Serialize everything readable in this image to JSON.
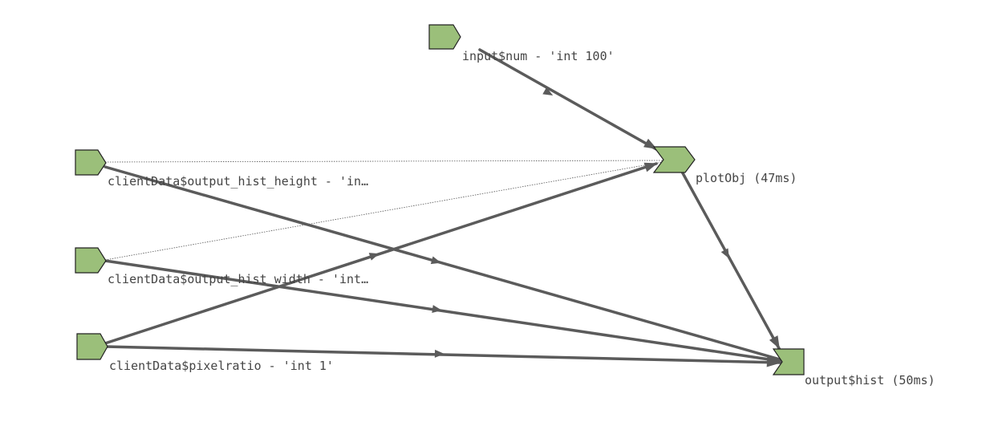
{
  "nodes": {
    "input_num": {
      "label": "input$num - 'int 100'"
    },
    "height": {
      "label": "clientData$output_hist_height - 'in…"
    },
    "width": {
      "label": "clientData$output_hist_width - 'int…"
    },
    "pixelratio": {
      "label": "clientData$pixelratio - 'int 1'"
    },
    "plotobj": {
      "label": "plotObj (47ms)"
    },
    "output_hist": {
      "label": "output$hist (50ms)"
    }
  },
  "colors": {
    "node_fill": "#9bbf7a",
    "edge": "#5b5b5b",
    "label": "#444444"
  }
}
